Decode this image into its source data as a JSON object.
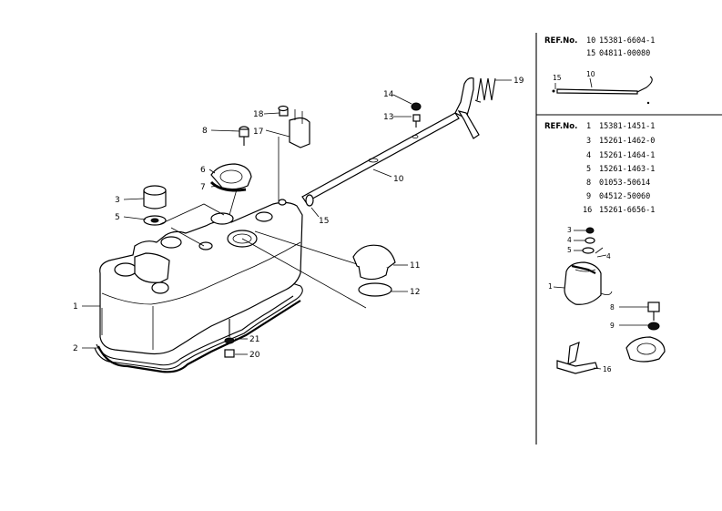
{
  "callouts": {
    "c1": "1",
    "c2": "2",
    "c3": "3",
    "c5": "5",
    "c6": "6",
    "c7": "7",
    "c8": "8",
    "c10": "10",
    "c11": "11",
    "c12": "12",
    "c13": "13",
    "c14": "14",
    "c15": "15",
    "c17": "17",
    "c18": "18",
    "c19": "19",
    "c20": "20",
    "c21": "21"
  },
  "ref_table_top": {
    "header": "REF.No.",
    "rows": [
      {
        "ref": "10",
        "part": "15381-6604-1"
      },
      {
        "ref": "15",
        "part": "04811-00080"
      }
    ],
    "inset_labels": {
      "a": "15",
      "b": "10"
    }
  },
  "ref_table_bottom": {
    "header": "REF.No.",
    "rows": [
      {
        "ref": "1",
        "part": "15381-1451-1"
      },
      {
        "ref": "3",
        "part": "15261-1462-0"
      },
      {
        "ref": "4",
        "part": "15261-1464-1"
      },
      {
        "ref": "5",
        "part": "15261-1463-1"
      },
      {
        "ref": "8",
        "part": "01053-50614"
      },
      {
        "ref": "9",
        "part": "04512-50060"
      },
      {
        "ref": "16",
        "part": "15261-6656-1"
      }
    ],
    "inset_labels": {
      "l3": "3",
      "l4": "4",
      "l4b": "4",
      "l5": "5",
      "l1": "1",
      "l8": "8",
      "l9": "9",
      "l16": "16"
    }
  }
}
